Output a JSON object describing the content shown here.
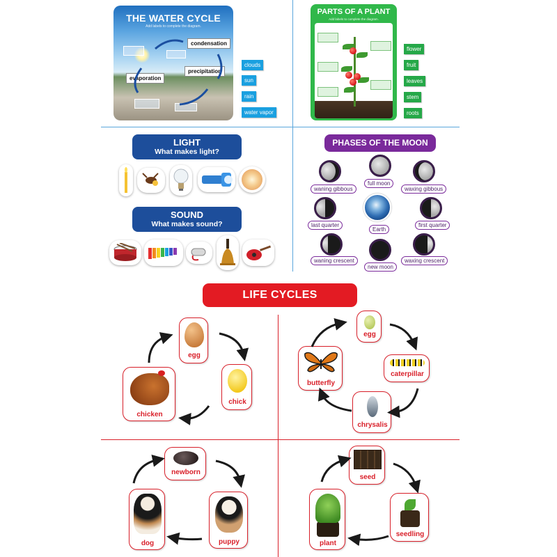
{
  "water_cycle": {
    "title": "THE WATER CYCLE",
    "subtitle": "Add labels to complete the diagram.",
    "diagram_labels": [
      "condensation",
      "precipitation",
      "evaporation"
    ],
    "word_tags": [
      "clouds",
      "sun",
      "rain",
      "water vapor"
    ],
    "tag_color": "#1aa0e0"
  },
  "plant": {
    "title": "PARTS OF A PLANT",
    "subtitle": "Add labels to complete the diagram.",
    "word_tags": [
      "flower",
      "fruit",
      "leaves",
      "stem",
      "roots"
    ],
    "accent": "#30b84a"
  },
  "light": {
    "title": "LIGHT",
    "question": "What makes light?",
    "items": [
      "candle-icon",
      "firefly-icon",
      "light-bulb-icon",
      "flashlight-icon",
      "sun-icon"
    ]
  },
  "sound": {
    "title": "SOUND",
    "question": "What makes sound?",
    "items": [
      "drum-icon",
      "xylophone-icon",
      "whistle-icon",
      "bell-icon",
      "guitar-icon"
    ]
  },
  "moon": {
    "title": "PHASES OF THE MOON",
    "accent": "#7a2a9b",
    "phases": {
      "waning_gibbous": "waning gibbous",
      "full_moon": "full moon",
      "waxing_gibbous": "waxing gibbous",
      "last_quarter": "last quarter",
      "earth": "Earth",
      "first_quarter": "first quarter",
      "waning_crescent": "waning crescent",
      "new_moon": "new moon",
      "waxing_crescent": "waxing crescent"
    }
  },
  "life_cycles": {
    "title": "LIFE CYCLES",
    "accent": "#e31b23",
    "chicken": {
      "egg": "egg",
      "chick": "chick",
      "chicken": "chicken"
    },
    "butterfly": {
      "egg": "egg",
      "caterpillar": "caterpillar",
      "chrysalis": "chrysalis",
      "butterfly": "butterfly"
    },
    "dog": {
      "newborn": "newborn",
      "puppy": "puppy",
      "dog": "dog"
    },
    "plant": {
      "seed": "seed",
      "seedling": "seedling",
      "plant": "plant"
    }
  }
}
